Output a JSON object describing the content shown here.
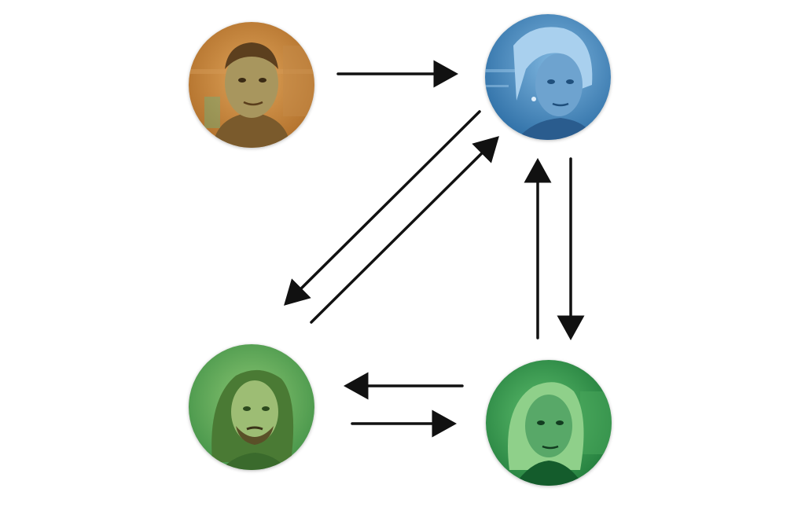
{
  "diagram": {
    "type": "relationship-graph",
    "nodes": [
      {
        "id": "a",
        "depiction": "portrait-man-short-hair",
        "tint": "#c9863a"
      },
      {
        "id": "b",
        "depiction": "portrait-woman-blonde",
        "tint": "#3f8cc4"
      },
      {
        "id": "c",
        "depiction": "portrait-man-long-hair-beard",
        "tint": "#5aa857"
      },
      {
        "id": "d",
        "depiction": "portrait-woman-fair-hair",
        "tint": "#2f9a4c"
      }
    ],
    "edges": [
      {
        "from": "a",
        "to": "b"
      },
      {
        "from": "b",
        "to": "c"
      },
      {
        "from": "c",
        "to": "b"
      },
      {
        "from": "d",
        "to": "b"
      },
      {
        "from": "b",
        "to": "d"
      },
      {
        "from": "d",
        "to": "c"
      },
      {
        "from": "c",
        "to": "d"
      }
    ],
    "arrow_color": "#111111"
  }
}
